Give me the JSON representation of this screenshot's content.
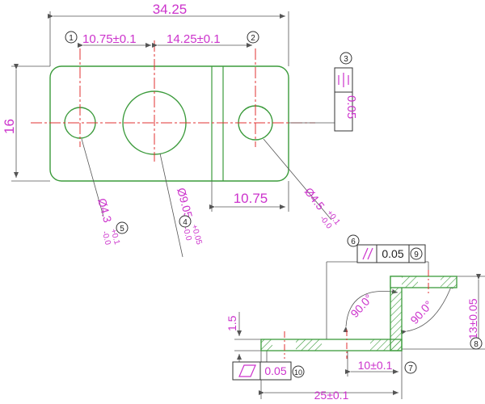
{
  "colors": {
    "outline": "#3c9b3c",
    "centerline": "#e03030",
    "dimension_line": "#555555",
    "dimension_text": "#cc33cc",
    "frame_text": "#222222",
    "hatch": "#3c9b3c"
  },
  "top_view": {
    "overall_width": "34.25",
    "hole1_offset": "10.75±0.1",
    "hole2_offset": "14.25±0.1",
    "height": "16",
    "slot_width": "10.75",
    "hole1_dia": "Ø4.3",
    "hole1_tol_upper": "+0.1",
    "hole1_tol_lower": "-0.0",
    "center_hole_dia": "Ø9.05",
    "center_hole_tol_upper": "+0.05",
    "center_hole_tol_lower": "-0.0",
    "hole3_dia": "Ø4.5",
    "hole3_tol_upper": "+0.1",
    "hole3_tol_lower": "-0.0",
    "symmetry_tolerance": "0.05"
  },
  "side_view": {
    "parallelism_tolerance": "0.05",
    "flatness_tolerance": "0.05",
    "angle_left": "90.0°",
    "angle_right": "90.0°",
    "thickness": "1.5",
    "height": "13±0.05",
    "step_length": "10±0.1",
    "overall_length": "25±0.1"
  },
  "balloons": [
    "1",
    "2",
    "3",
    "4",
    "5",
    "6",
    "7",
    "8",
    "9",
    "10"
  ]
}
